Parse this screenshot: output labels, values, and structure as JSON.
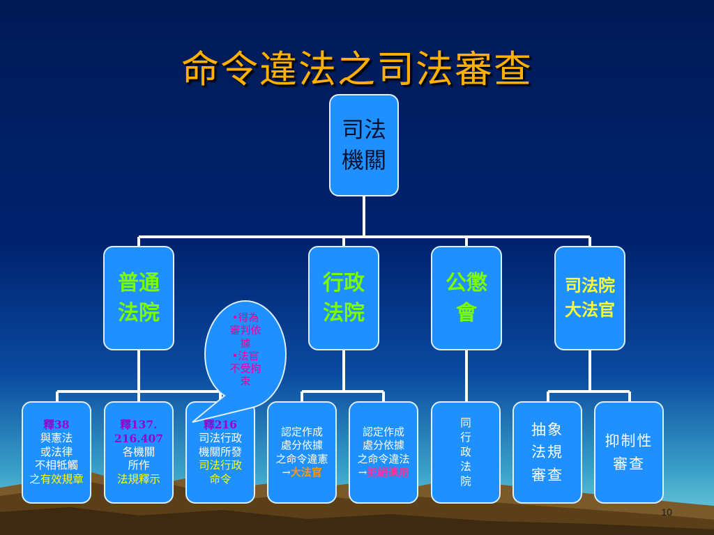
{
  "title": "命令違法之司法審查",
  "root": {
    "line1": "司法",
    "line2": "機關"
  },
  "level1": {
    "ordinary_court": {
      "line1": "普通",
      "line2": "法院"
    },
    "admin_court": {
      "line1": "行政",
      "line2": "法院"
    },
    "discipline": {
      "line1": "公懲",
      "line2": "會"
    },
    "judicial_yuan": {
      "line1": "司法院",
      "line2": "大法官"
    }
  },
  "leaves": {
    "shi38": {
      "line1": "釋38",
      "line2": "與憲法",
      "line3": "或法律",
      "line4": "不相牴觸",
      "line5a": "之",
      "line5b": "有效規章"
    },
    "shi137": {
      "line1": "釋137.",
      "line2": "216.407",
      "line3": "各機關",
      "line4": "所作",
      "line5": "法規釋示"
    },
    "shi216": {
      "line1": "釋216",
      "line2": "司法行政",
      "line3": "機關所發",
      "line4": "司法行政",
      "line5": "命令"
    },
    "unconstitutional": {
      "line1": "認定作成",
      "line2": "處分依據",
      "line3": "之命令違憲",
      "line4a": "→",
      "line4b": "大法官"
    },
    "illegal": {
      "line1": "認定作成",
      "line2": "處分依據",
      "line3": "之命令違法",
      "line4a": "→",
      "line4b": "拒絕適用"
    },
    "same_as_admin": {
      "c1": "同",
      "c2": "行",
      "c3": "政",
      "c4": "法",
      "c5": "院"
    },
    "abstract": {
      "line1": "抽象",
      "line2": "法規",
      "line3": "審查"
    },
    "restraint": {
      "line1": "抑制性",
      "line2": "審查"
    }
  },
  "bubble": {
    "line1": "•得為",
    "line2": "審判依",
    "line3": "據",
    "line4": "•法官",
    "line5": "不受拘",
    "line6": "束"
  },
  "page_number": "10",
  "colors": {
    "title": "#ffb000",
    "box": "#1e90ff",
    "green": "#7cfc00",
    "yellow": "#ffff00",
    "magenta": "#e8009a",
    "purple": "#9900cc"
  }
}
